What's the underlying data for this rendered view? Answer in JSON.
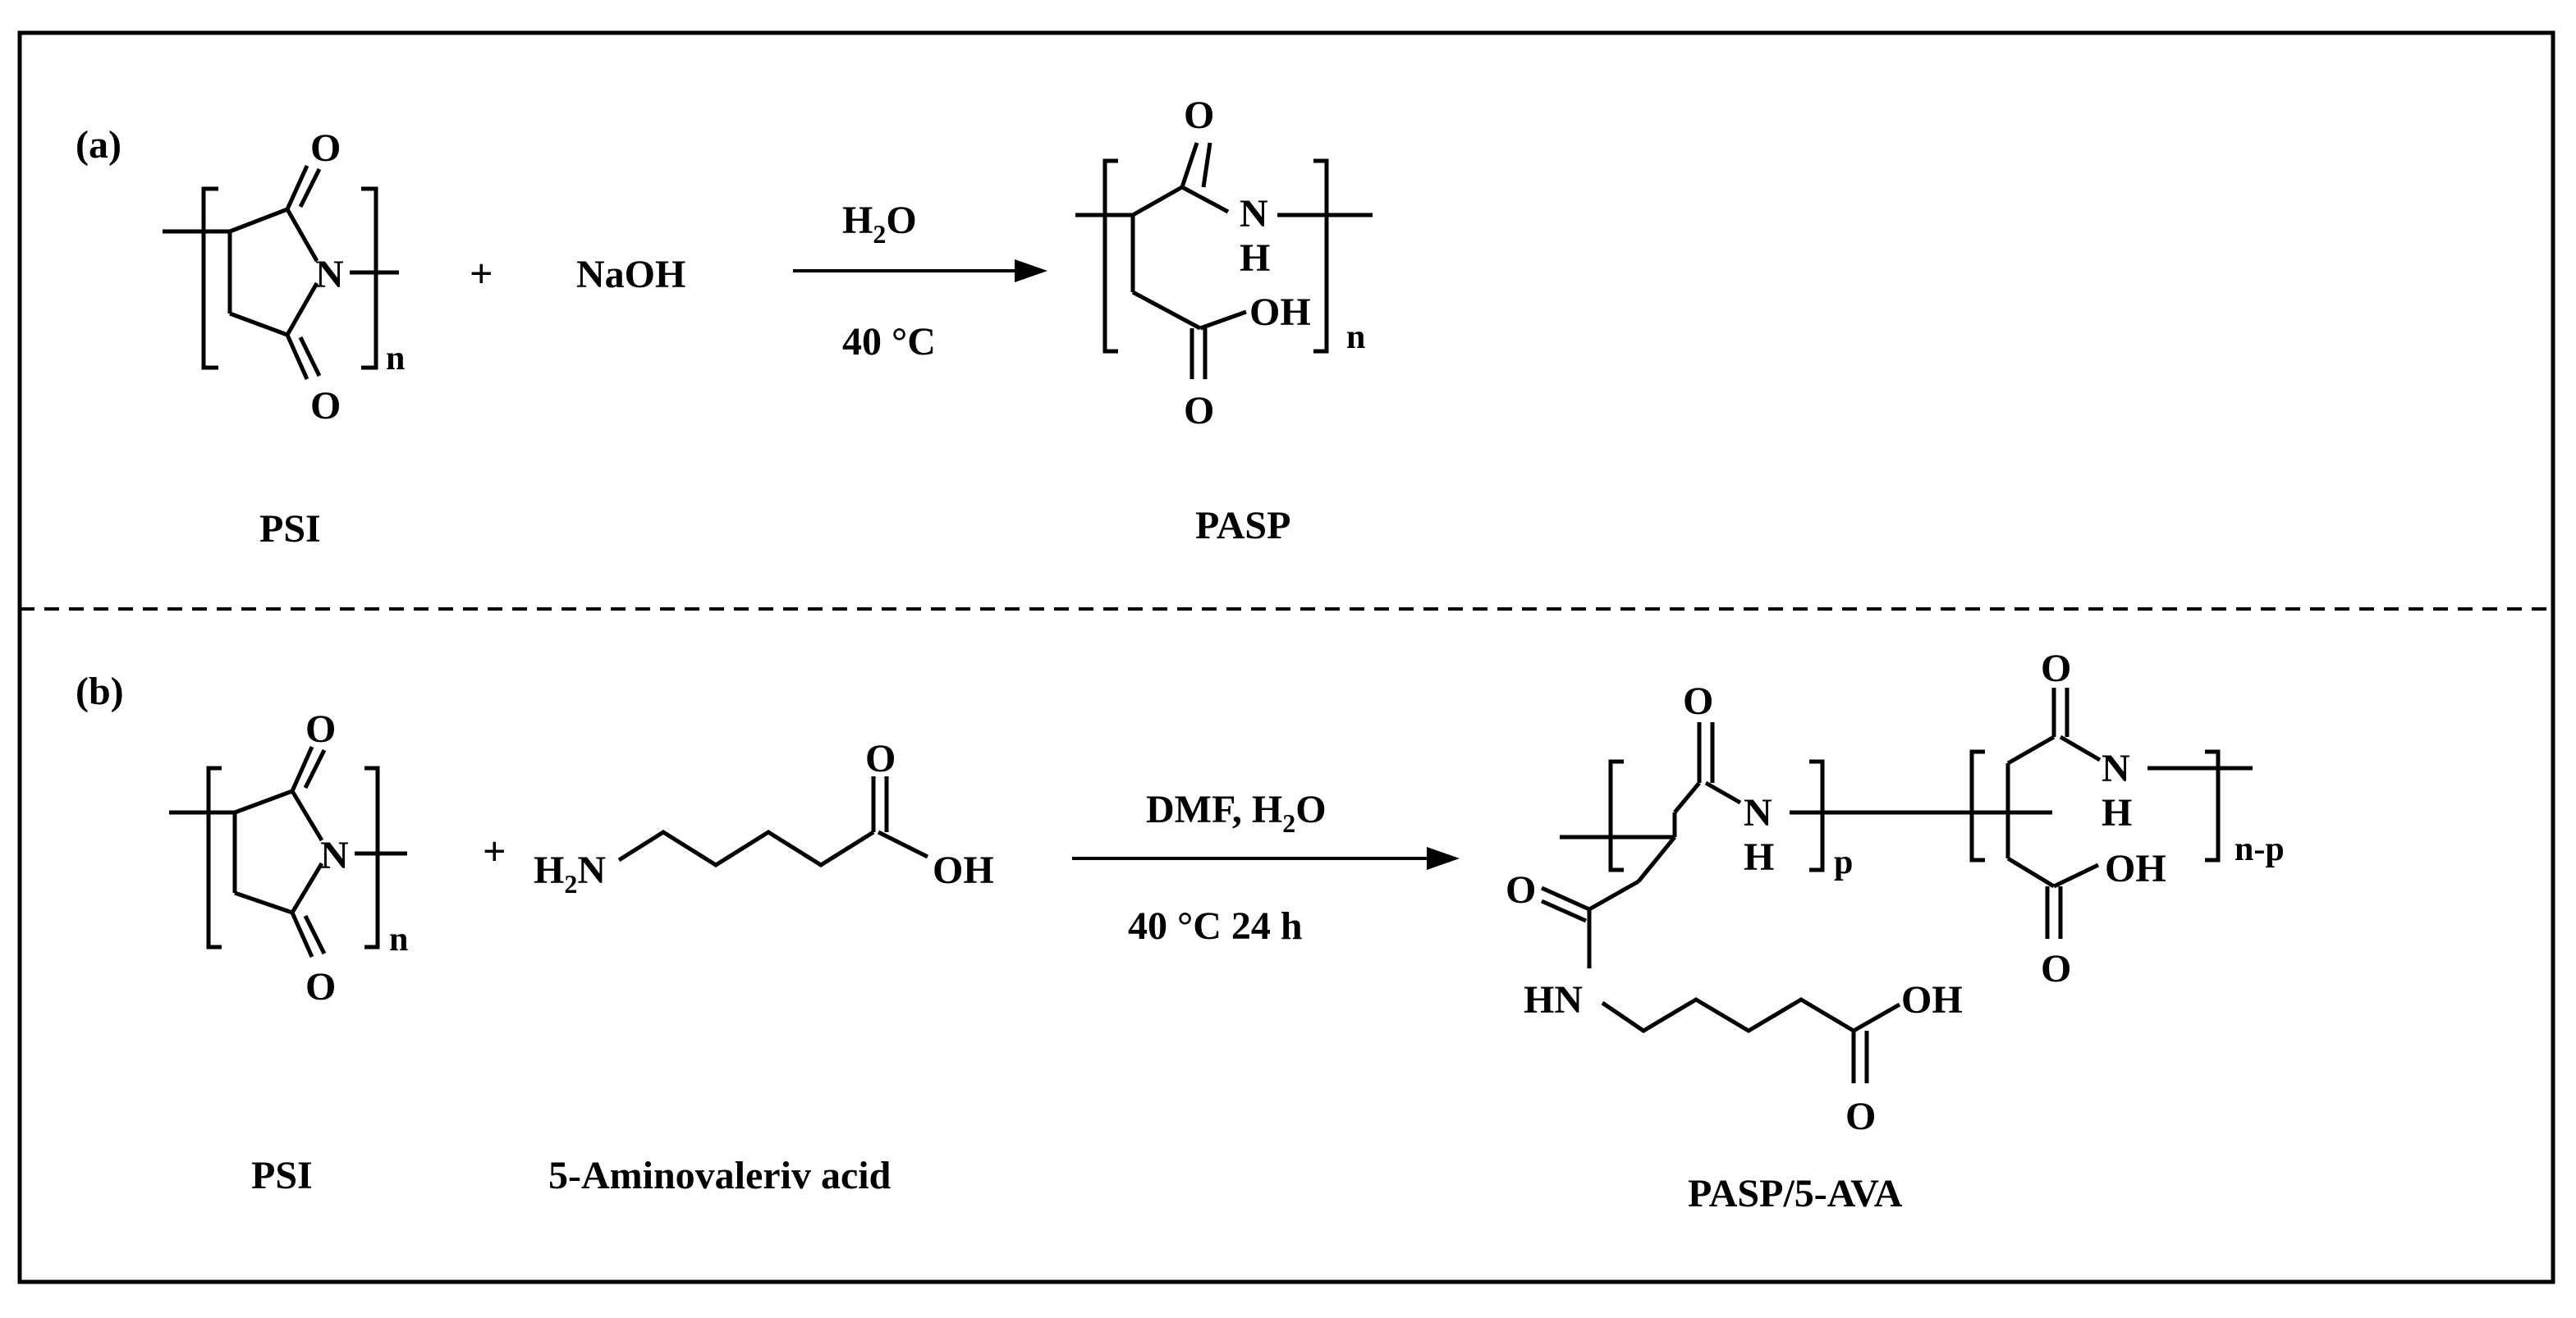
{
  "panel_a": {
    "label": "(a)",
    "reactant1": {
      "name": "PSI",
      "atoms": {
        "o_top": "O",
        "o_bottom": "O",
        "n": "N",
        "sub": "n"
      }
    },
    "plus": "+",
    "reactant2": "NaOH",
    "arrow_top": {
      "main": "H",
      "sub": "2",
      "tail": "O"
    },
    "arrow_bottom": "40 °C",
    "product": {
      "name": "PASP",
      "atoms": {
        "o_top": "O",
        "nh_n": "N",
        "nh_h": "H",
        "oh": "OH",
        "o_bottom": "O",
        "sub": "n"
      }
    }
  },
  "panel_b": {
    "label": "(b)",
    "reactant1": {
      "name": "PSI",
      "atoms": {
        "o_top": "O",
        "o_bottom": "O",
        "n": "N",
        "sub": "n"
      }
    },
    "plus": "+",
    "reactant2": {
      "name": "5-Aminovaleriv acid",
      "amine_main": "H",
      "amine_sub": "2",
      "amine_tail": "N",
      "o": "O",
      "oh": "OH"
    },
    "arrow_top": {
      "main": "DMF, H",
      "sub": "2",
      "tail": "O"
    },
    "arrow_bottom": "40 °C  24 h",
    "product": {
      "name": "PASP/5-AVA",
      "left_unit": {
        "o_top": "O",
        "nh_n": "N",
        "nh_h": "H",
        "sub": "p",
        "o_side": "O",
        "hn": "HN",
        "oh": "OH",
        "o_bottom": "O"
      },
      "right_unit": {
        "o_top": "O",
        "nh_n": "N",
        "nh_h": "H",
        "oh": "OH",
        "o_bottom": "O",
        "sub": "n-p"
      }
    }
  }
}
